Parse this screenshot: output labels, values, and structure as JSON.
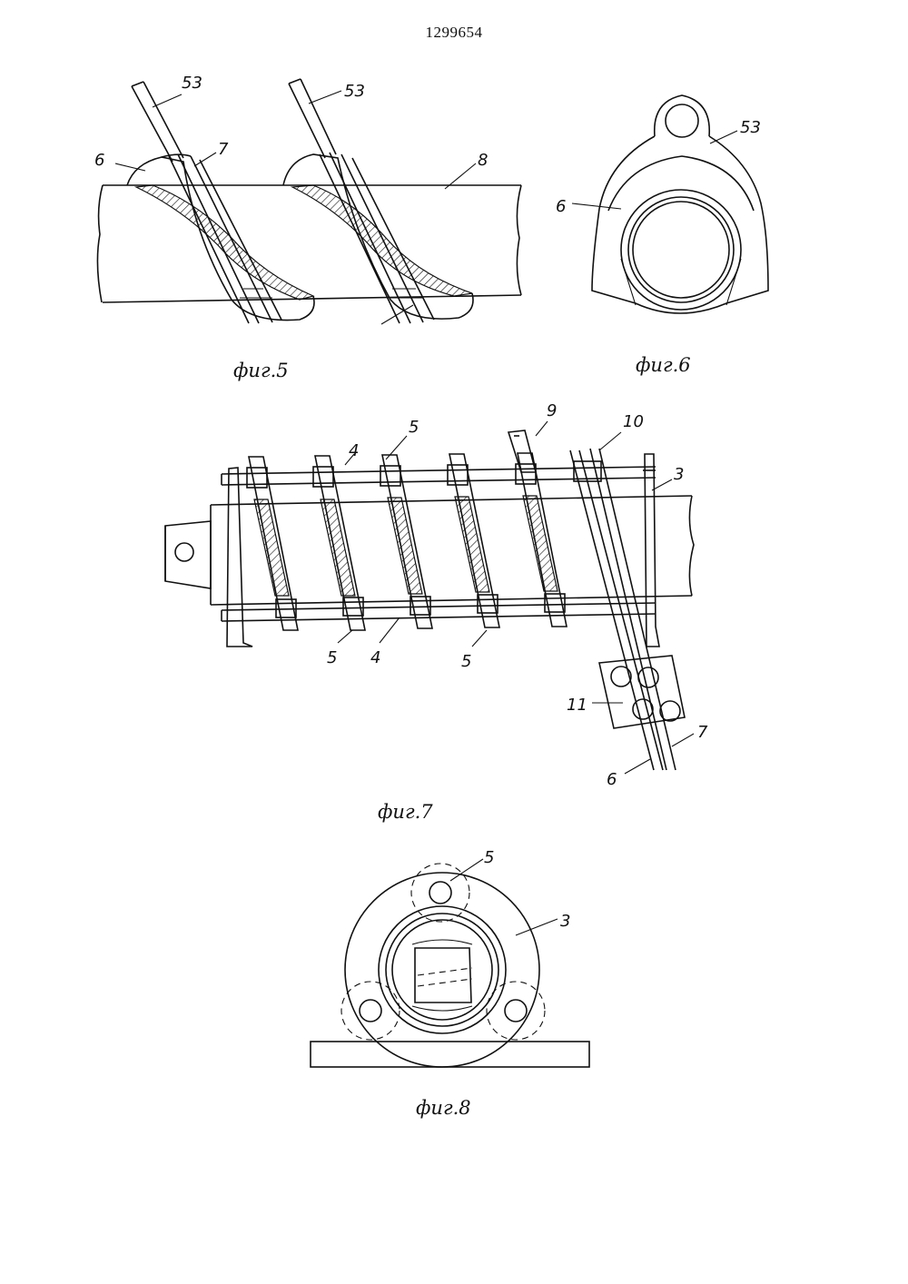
{
  "patent_number": "1299654",
  "figures": {
    "fig5": {
      "caption": "фиг.5",
      "labels": {
        "l53a": "53",
        "l53b": "53",
        "l6": "6",
        "l7": "7",
        "l8": "8"
      }
    },
    "fig6": {
      "caption": "фиг.6",
      "labels": {
        "l53": "53",
        "l6": "6"
      }
    },
    "fig7": {
      "caption": "фиг.7",
      "labels": {
        "l4a": "4",
        "l5a": "5",
        "l9": "9",
        "l10": "10",
        "l3": "3",
        "l5b": "5",
        "l4b": "4",
        "l5c": "5",
        "l11": "11",
        "l7": "7",
        "l6": "6"
      }
    },
    "fig8": {
      "caption": "фиг.8",
      "labels": {
        "l5": "5",
        "l3": "3"
      }
    }
  }
}
